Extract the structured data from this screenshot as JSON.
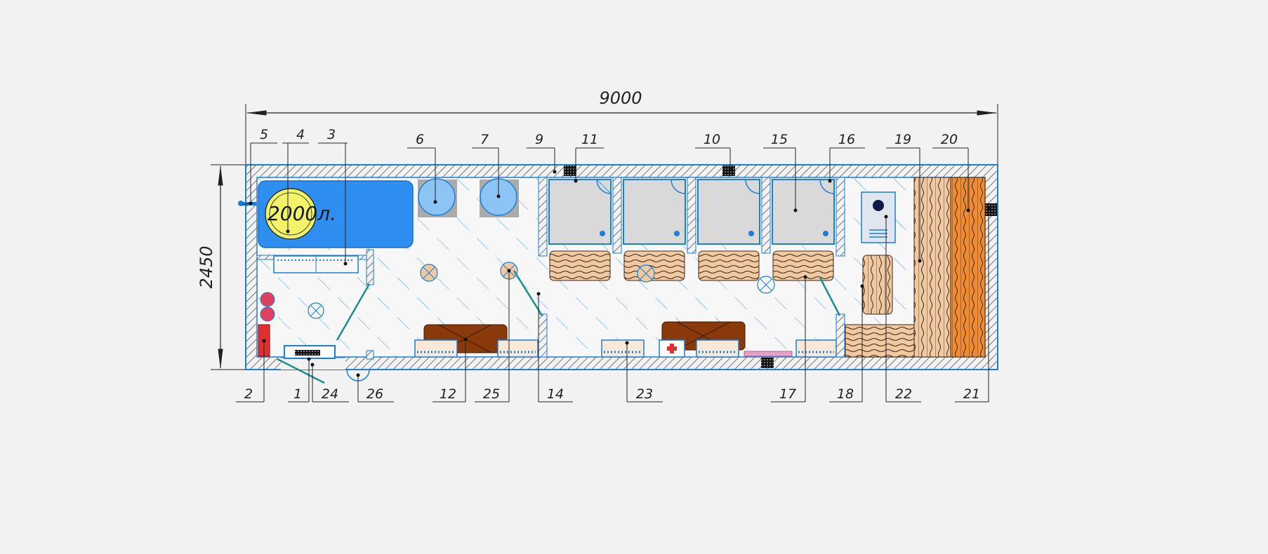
{
  "drawing": {
    "overall_length": "9000",
    "overall_width": "2450",
    "tank_volume": "2000л.",
    "callouts": [
      {
        "id": "c1",
        "label": "1"
      },
      {
        "id": "c2",
        "label": "2"
      },
      {
        "id": "c3",
        "label": "3"
      },
      {
        "id": "c4",
        "label": "4"
      },
      {
        "id": "c5",
        "label": "5"
      },
      {
        "id": "c6",
        "label": "6"
      },
      {
        "id": "c7",
        "label": "7"
      },
      {
        "id": "c9",
        "label": "9"
      },
      {
        "id": "c10",
        "label": "10"
      },
      {
        "id": "c11",
        "label": "11"
      },
      {
        "id": "c12",
        "label": "12"
      },
      {
        "id": "c14",
        "label": "14"
      },
      {
        "id": "c15",
        "label": "15"
      },
      {
        "id": "c16",
        "label": "16"
      },
      {
        "id": "c17",
        "label": "17"
      },
      {
        "id": "c18",
        "label": "18"
      },
      {
        "id": "c19",
        "label": "19"
      },
      {
        "id": "c20",
        "label": "20"
      },
      {
        "id": "c21",
        "label": "21"
      },
      {
        "id": "c22",
        "label": "22"
      },
      {
        "id": "c23",
        "label": "23"
      },
      {
        "id": "c24",
        "label": "24"
      },
      {
        "id": "c25",
        "label": "25"
      },
      {
        "id": "c26",
        "label": "26"
      }
    ],
    "colors": {
      "wall_outline": "#1a7fd6",
      "hatch": "#333333",
      "floor": "#f7f7f7",
      "floor_hatch": "#3a9be0",
      "tank_body": "#2f8ff0",
      "tank_lid": "#f3f36a",
      "shower_tray": "#d9d9d9",
      "wood_light": "#f2c8a0",
      "wood_orange": "#f28a30",
      "bench_dark": "#8a3a0a",
      "door": "#1c8f8f",
      "extinguisher": "#e03030"
    }
  }
}
